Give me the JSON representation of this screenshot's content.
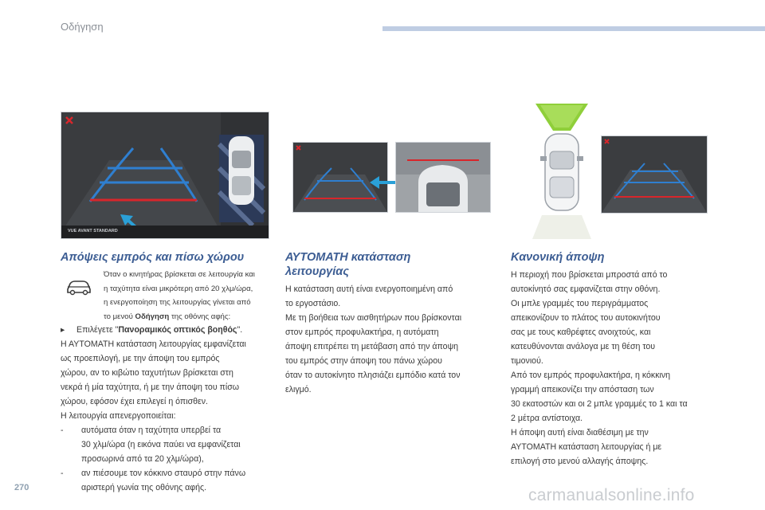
{
  "header": {
    "title": "Οδήγηση"
  },
  "page_number": "270",
  "watermark": "carmanualsonline.info",
  "image1": {
    "caption": "VUE AVANT STANDARD"
  },
  "col1": {
    "title": "Απόψεις εμπρός και πίσω χώρου",
    "note_lines": "Όταν ο κινητήρας βρίσκεται σε λειτουργία και\nη ταχύτητα είναι μικρότερη από 20 χλμ/ώρα,\nη ενεργοποίηση της λειτουργίας γίνεται από\nτο μενού ",
    "note_menu": "Οδήγηση",
    "note_tail": " της οθόνης αφής:",
    "bullet_symbol": "",
    "select_prefix": "Επιλέγετε \"",
    "select_bold": "Πανοραμικός οπτικός βοηθός",
    "select_suffix": "\".",
    "body": "Η ΑΥΤΟΜΑΤΗ κατάσταση λειτουργίας εμφανίζεται\nως προεπιλογή, με την άποψη του εμπρός\nχώρου, αν το κιβώτιο ταχυτήτων βρίσκεται στη\nνεκρά ή μία ταχύτητα, ή με την άποψη του πίσω\nχώρου, εφόσον έχει επιλεγεί η όπισθεν.\nΗ λειτουργία απενεργοποιείται:",
    "items": [
      {
        "dash": "-",
        "text": "αυτόματα όταν η ταχύτητα υπερβεί τα\n30 χλμ/ώρα (η εικόνα παύει να εμφανίζεται\nπροσωρινά από τα 20 χλμ/ώρα),"
      },
      {
        "dash": "-",
        "text": "αν πιέσουμε τον κόκκινο σταυρό στην πάνω\nαριστερή γωνία της οθόνης αφής."
      }
    ]
  },
  "col2": {
    "title": "ΑΥΤΟΜΑΤΗ κατάσταση\nλειτουργίας",
    "body": "Η κατάσταση αυτή είναι ενεργοποιημένη από\nτο εργοστάσιο.\nΜε τη βοήθεια των αισθητήρων που βρίσκονται\nστον εμπρός προφυλακτήρα, η αυτόματη\nάποψη επιτρέπει τη μετάβαση από την άποψη\nτου εμπρός στην άποψη του πάνω χώρου\nόταν το αυτοκίνητο πλησιάζει εμπόδιο κατά τον\nελιγμό."
  },
  "col3": {
    "title": "Κανονική άποψη",
    "body": "Η περιοχή που βρίσκεται μπροστά από το\nαυτοκίνητό σας εμφανίζεται στην οθόνη.\nΟι μπλε γραμμές του περιγράμματος\nαπεικονίζουν το πλάτος του αυτοκινήτου\nσας με τους καθρέφτες ανοιχτούς, και\nκατευθύνονται ανάλογα με τη θέση του\nτιμονιού.\nΑπό τον εμπρός προφυλακτήρα, η κόκκινη\nγραμμή απεικονίζει την απόσταση των\n30 εκατοστών και οι 2 μπλε γραμμές το 1 και τα\n2 μέτρα αντίστοιχα.\nΗ άποψη αυτή είναι διαθέσιμη με την\nΑΥΤΟΜΑΤΗ κατάσταση λειτουργίας ή με\nεπιλογή στο μενού αλλαγής άποψης."
  },
  "colors": {
    "heading": "#3c5d93",
    "header_bar": "#bfcde3",
    "guide_blue": "#2f7fd0",
    "guide_red": "#d8262b",
    "arrow": "#2aa0d8"
  }
}
